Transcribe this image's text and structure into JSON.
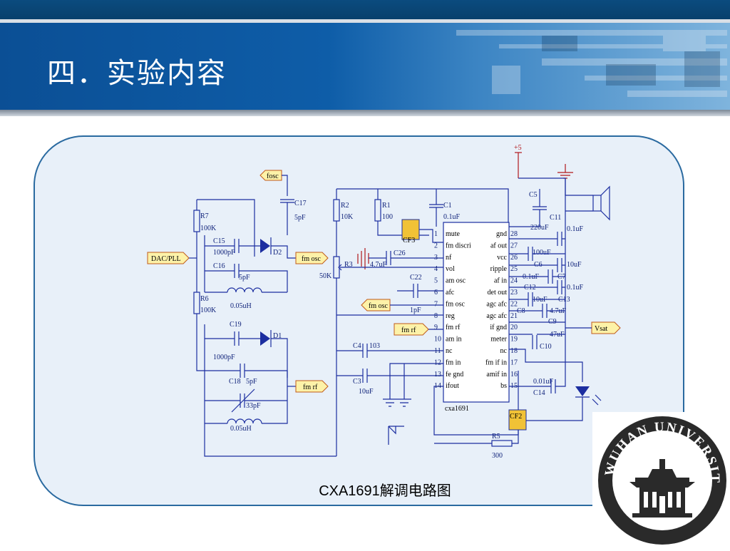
{
  "slide": {
    "title": "四．实验内容",
    "caption": "CXA1691解调电路图",
    "logo_text": "WUHAN UNIVERSITY"
  },
  "colors": {
    "banner_dark": "#0b4f95",
    "frame_border": "#2a6aa0",
    "frame_fill": "#e8f0f9",
    "wire": "#1c2ea0",
    "power_wire": "#b1181d",
    "tag_fill": "#fdf2a8",
    "tag_border": "#c05a1a"
  },
  "icons": [
    "university-seal-icon",
    "speaker-icon",
    "ground-icon",
    "antenna-icon",
    "led-icon",
    "diode-icon",
    "resistor-icon",
    "capacitor-icon",
    "inductor-icon"
  ],
  "schematic": {
    "ic": {
      "name": "cxa1691",
      "left_pins": [
        {
          "num": "1",
          "label": "mute"
        },
        {
          "num": "2",
          "label": "fm discri"
        },
        {
          "num": "3",
          "label": "nf"
        },
        {
          "num": "4",
          "label": "vol"
        },
        {
          "num": "5",
          "label": "am osc"
        },
        {
          "num": "6",
          "label": "afc"
        },
        {
          "num": "7",
          "label": "fm osc"
        },
        {
          "num": "8",
          "label": "reg"
        },
        {
          "num": "9",
          "label": "fm rf"
        },
        {
          "num": "10",
          "label": "am in"
        },
        {
          "num": "11",
          "label": "nc"
        },
        {
          "num": "12",
          "label": "fm in"
        },
        {
          "num": "13",
          "label": "fe gnd"
        },
        {
          "num": "14",
          "label": "ifout"
        }
      ],
      "right_pins": [
        {
          "num": "28",
          "label": "gnd"
        },
        {
          "num": "27",
          "label": "af out"
        },
        {
          "num": "26",
          "label": "vcc"
        },
        {
          "num": "25",
          "label": "ripple"
        },
        {
          "num": "24",
          "label": "af in"
        },
        {
          "num": "23",
          "label": "det out"
        },
        {
          "num": "22",
          "label": "agc afc"
        },
        {
          "num": "21",
          "label": "agc afc"
        },
        {
          "num": "20",
          "label": "if gnd"
        },
        {
          "num": "19",
          "label": "meter"
        },
        {
          "num": "18",
          "label": "nc"
        },
        {
          "num": "17",
          "label": "fm if in"
        },
        {
          "num": "16",
          "label": "amif in"
        },
        {
          "num": "15",
          "label": "bs"
        }
      ]
    },
    "tags": {
      "fosc": "fosc",
      "dac_pll": "DAC/PLL",
      "fm_osc_1": "fm osc",
      "fm_osc_2": "fm osc",
      "fm_rf_1": "fm rf",
      "fm_rf_2": "fm rf",
      "vsat": "Vsat"
    },
    "power": "+5",
    "labels": {
      "c17": "C17",
      "c17_val": "5pF",
      "r7": "R7",
      "r7_val": "100K",
      "c15": "C15",
      "c15_val": "1000pF",
      "d2": "D2",
      "c16": "C16",
      "c16_val": "5pF",
      "l1_val": "0.05uH",
      "r6": "R6",
      "r6_val": "100K",
      "c19": "C19",
      "d1": "D1",
      "c19_val": "1000pF",
      "c18": "C18",
      "c18_val": "5pF",
      "var_cap_val": "33pF",
      "l2_val": "0.05uH",
      "r2": "R2",
      "r2_val": "10K",
      "r1": "R1",
      "r1_val": "100",
      "c1": "C1",
      "c1_val": "0.1uF",
      "cf3": "CF3",
      "c26": "C26",
      "c26_val": "4.7uF",
      "r3": "R3",
      "r3_val": "50K",
      "c22": "C22",
      "c22_val": "1pF",
      "c4": "C4",
      "c4_val": "103",
      "c3": "C3",
      "c3_val": "10uF",
      "c5": "C5",
      "c11": "C11",
      "c11_left": "220uF",
      "c11_right": "0.1uF",
      "c100": "100uF",
      "c6": "C6",
      "c6_val": "10uF",
      "c24_val": "0.1uF",
      "c7": "C7",
      "c12": "C12",
      "c12_val": "0.1uF",
      "c13_val": "10uF",
      "c13": "C13",
      "c8": "C8",
      "c8_val": "4.7uF",
      "c9": "C9",
      "c10_val": "47uF",
      "c10": "C10",
      "c14_val": "0.01uF",
      "c14": "C14",
      "cf2": "CF2",
      "r5": "R5",
      "r5_val": "300"
    }
  }
}
